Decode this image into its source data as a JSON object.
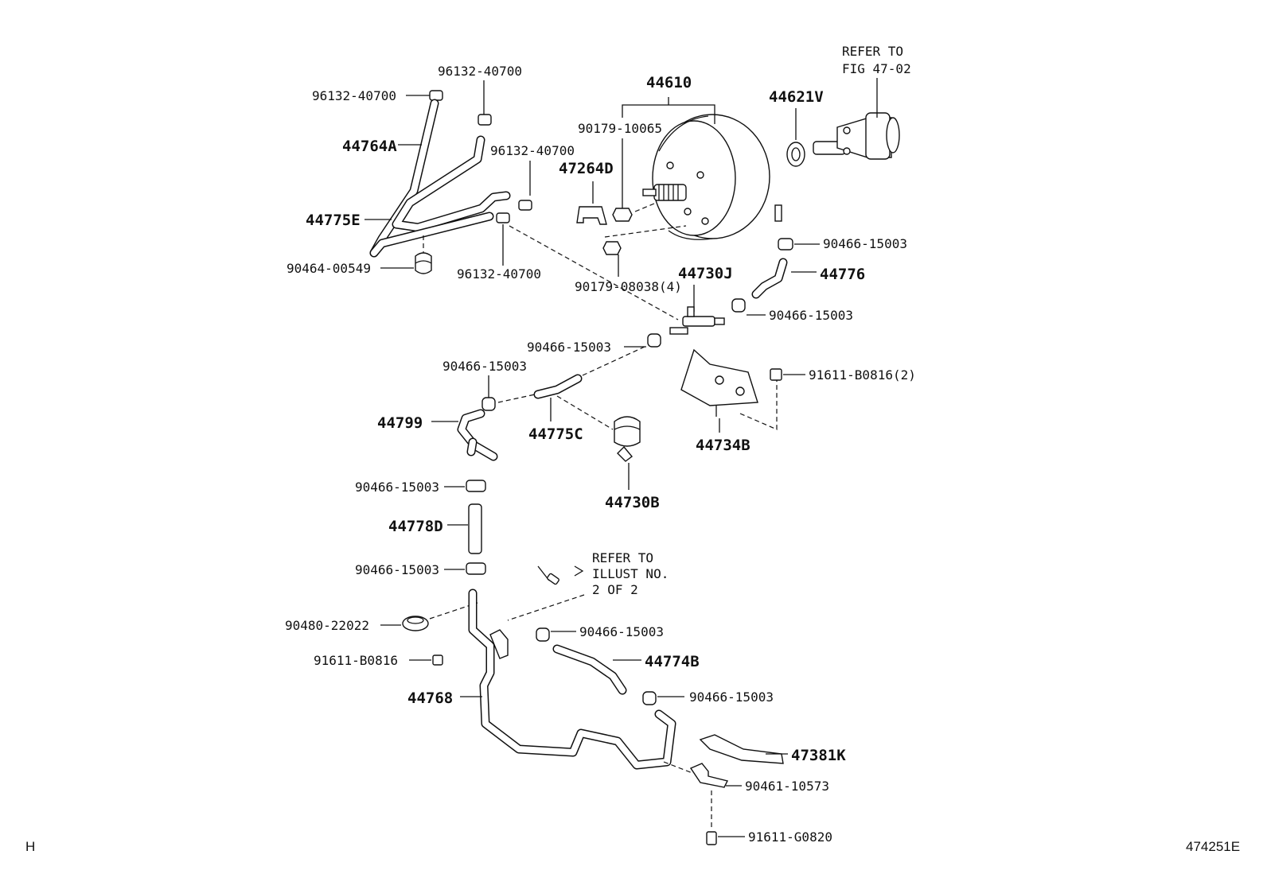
{
  "labels": {
    "p44610": "44610",
    "p90179_10065": "90179-10065",
    "p47264D": "47264D",
    "p44621V": "44621V",
    "refer_fig_1": "REFER TO",
    "refer_fig_2": "FIG 47-02",
    "p96132_top": "96132-40700",
    "p96132_left": "96132-40700",
    "p96132_mid": "96132-40700",
    "p96132_low": "96132-40700",
    "p44764A": "44764A",
    "p44775E": "44775E",
    "p90464_00549": "90464-00549",
    "p90466_a": "90466-15003",
    "p44776": "44776",
    "p44730J": "44730J",
    "p90179_08038": "90179-08038(4)",
    "p90466_b": "90466-15003",
    "p90466_c": "90466-15003",
    "p91611_B0816_2": "91611-B0816(2)",
    "p90466_d": "90466-15003",
    "p44799": "44799",
    "p44775C": "44775C",
    "p44734B": "44734B",
    "p44730B": "44730B",
    "p90466_e": "90466-15003",
    "p44778D": "44778D",
    "p90466_f": "90466-15003",
    "refer_illust_1": "REFER TO",
    "refer_illust_2": "ILLUST NO.",
    "refer_illust_3": "2 OF 2",
    "p90480_22022": "90480-22022",
    "p90466_g": "90466-15003",
    "p91611_B0816": "91611-B0816",
    "p44774B": "44774B",
    "p44768": "44768",
    "p90466_h": "90466-15003",
    "p47381K": "47381K",
    "p90461_10573": "90461-10573",
    "p91611_G0820": "91611-G0820"
  },
  "footer": {
    "left_mark": "H",
    "figure_id": "474251E"
  }
}
